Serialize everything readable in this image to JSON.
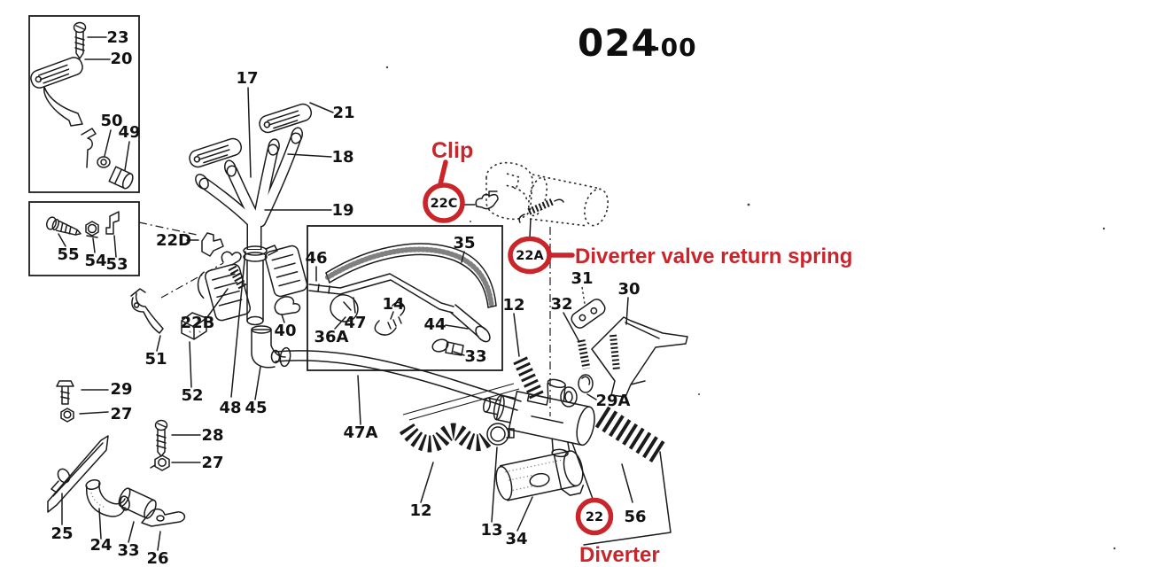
{
  "title": {
    "group": "024",
    "suffix": "-00"
  },
  "colors": {
    "ink": "#1b1b1b",
    "annotation_red": "#c9252b",
    "background": "#ffffff"
  },
  "annotations": {
    "clip": {
      "text": "Clip",
      "ref": "22C"
    },
    "spring": {
      "text": "Diverter valve return spring",
      "ref": "22A"
    },
    "diverter": {
      "text": "Diverter",
      "ref": "22"
    }
  },
  "labels": {
    "p12": "12",
    "p13": "13",
    "p14": "14",
    "p17": "17",
    "p18": "18",
    "p19": "19",
    "p20": "20",
    "p21": "21",
    "p22b": "22B",
    "p22d": "22D",
    "p23": "23",
    "p24": "24",
    "p25": "25",
    "p26": "26",
    "p27": "27",
    "p28": "28",
    "p29": "29",
    "p29a": "29A",
    "p30": "30",
    "p31": "31",
    "p32": "32",
    "p33": "33",
    "p34": "34",
    "p35": "35",
    "p36a": "36A",
    "p40": "40",
    "p44": "44",
    "p45": "45",
    "p46": "46",
    "p47": "47",
    "p47a": "47A",
    "p48": "48",
    "p49": "49",
    "p50": "50",
    "p51": "51",
    "p52": "52",
    "p53": "53",
    "p54": "54",
    "p55": "55",
    "p56": "56"
  }
}
